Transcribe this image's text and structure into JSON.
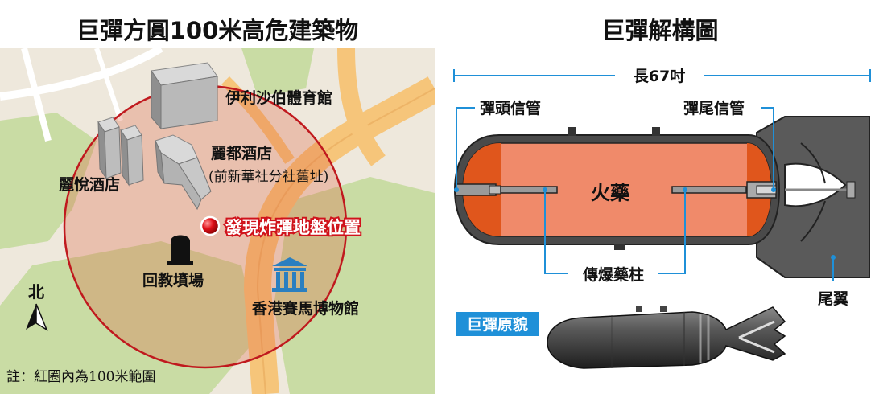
{
  "map_panel": {
    "title": "巨彈方圓100米高危建築物",
    "buildings": {
      "sports_hall": "伊利沙伯體育館",
      "hotel_lido_line1": "麗都酒店",
      "hotel_lido_line2": "(前新華社分社舊址)",
      "hotel_rosedale": "麗悅酒店",
      "mosque": "回教墳場",
      "museum": "香港賽馬博物館"
    },
    "bomb_site": "發現炸彈地盤位置",
    "north": "北",
    "note": "註：紅圈內為100米範圍"
  },
  "bomb_panel": {
    "title": "巨彈解構圖",
    "length": "長67吋",
    "parts": {
      "nose_fuze": "彈頭信管",
      "tail_fuze": "彈尾信管",
      "explosive": "火藥",
      "booster": "傳爆藥柱",
      "tail_fin": "尾翼"
    },
    "photo_label": "巨彈原貌"
  },
  "colors": {
    "danger_red": "#d0121b",
    "explosive_fill": "#f08a6a",
    "bomb_body": "#4a4a4a",
    "label_blue": "#1f90d8"
  }
}
